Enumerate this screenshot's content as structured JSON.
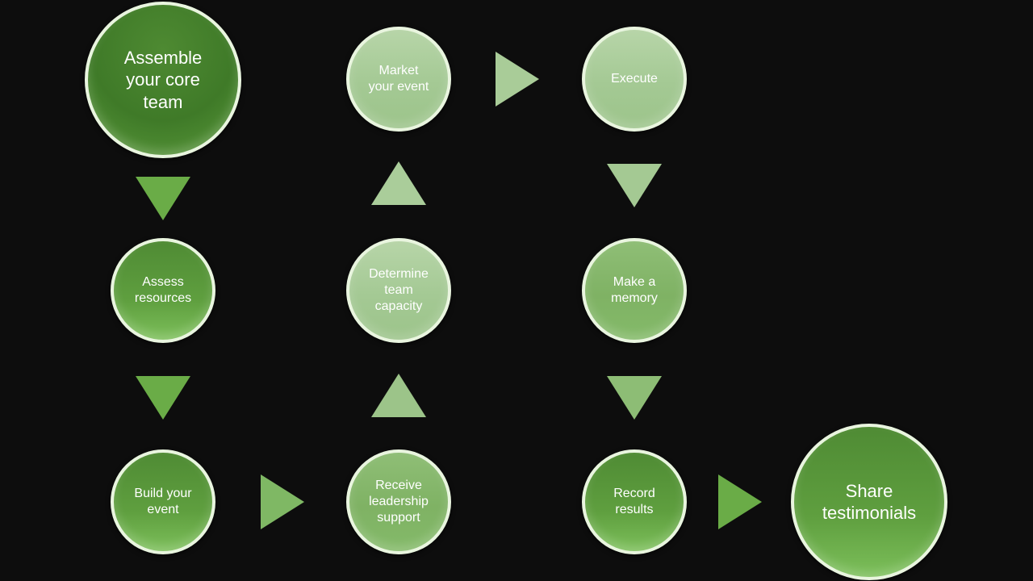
{
  "nodes": [
    {
      "id": "assemble",
      "label": "Assemble\nyour core\nteam"
    },
    {
      "id": "assess",
      "label": "Assess\nresources"
    },
    {
      "id": "build",
      "label": "Build your\nevent"
    },
    {
      "id": "receive",
      "label": "Receive\nleadership\nsupport"
    },
    {
      "id": "determine",
      "label": "Determine\nteam\ncapacity"
    },
    {
      "id": "market",
      "label": "Market\nyour event"
    },
    {
      "id": "execute",
      "label": "Execute"
    },
    {
      "id": "memory",
      "label": "Make a\nmemory"
    },
    {
      "id": "record",
      "label": "Record\nresults"
    },
    {
      "id": "share",
      "label": "Share\ntestimonials"
    }
  ],
  "colors": {
    "background": "#0d0d0d",
    "dark_green": "#3f7a28",
    "mid_green": "#5f9f3f",
    "light_green": "#a4c994",
    "node_border": "#e9f5df"
  }
}
